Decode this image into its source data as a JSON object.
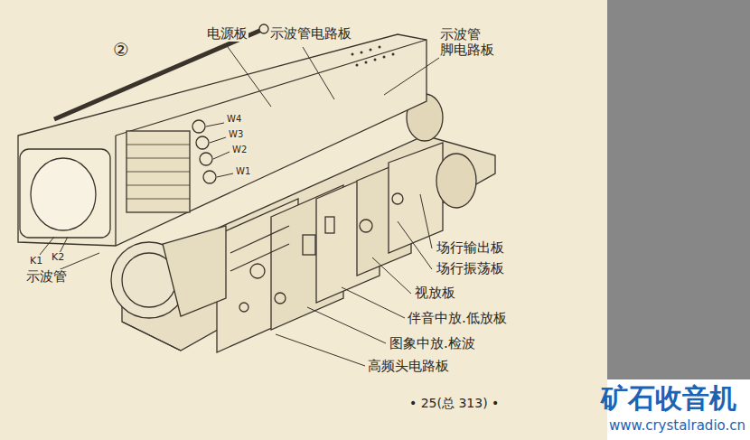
{
  "diagram": {
    "labels": [
      "②",
      "电源板",
      "示波管电路板",
      "示波管 脚电路板",
      "W4",
      "W3",
      "W2",
      "W1",
      "K1",
      "K2",
      "示波管",
      "场行输出板",
      "场行振荡板",
      "视放板",
      "伴音中放.低放板",
      "图象中放.检波",
      "高频头电路板",
      "• 25(总 313) •",
      "矿石收音机",
      "www.crystalradio.cn"
    ]
  }
}
